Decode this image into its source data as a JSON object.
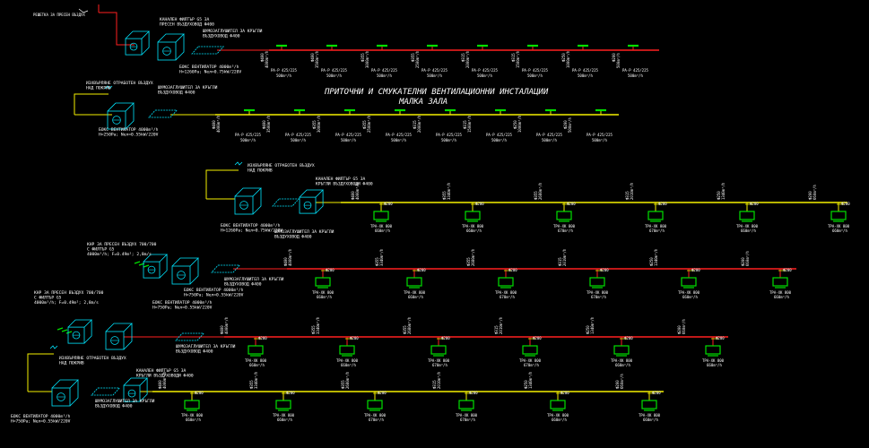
{
  "title": {
    "line1": "ПРИТОЧНИ И СМУКАТЕЛНИ ВЕНТИЛАЦИОННИ ИНСТАЛАЦИИ",
    "line2": "МАЛКА ЗАЛА"
  },
  "colors": {
    "background": "#000000",
    "supply_main": "#ff2020",
    "exhaust_main": "#f4f000",
    "equipment": "#00e6ff",
    "terminal": "#00e000",
    "text": "#ffffff"
  },
  "top": {
    "inlet_label": "РЕШЕТКА ЗА ПРЕСЕН ВЪЗДУХ",
    "supply_filter_label": [
      "КАНАЛЕН ФИЛТЪР G5 ЗА",
      "ПРЕСЕН ВЪЗДУХОВОД Ф400"
    ],
    "supply_silencer_label": [
      "ШУМОЗАГЛУШИТЕЛ ЗА КРЪГЛИ",
      "ВЪЗДУХОВОД Ф400"
    ],
    "supply_fan_label": [
      "БОКС ВЕНТИЛАТОР 4000m³/h",
      "H=1260Pa; Nел=0.75kW/220V"
    ],
    "exhaust_outlet_label": [
      "ИЗХВЪРЛЯНЕ ОТРАБОТЕН ВЪЗДУХ",
      "НАД ПОКРИВ"
    ],
    "exhaust_silencer_label": [
      "ШУМОЗАГЛУШИТЕЛ ЗА КРЪГЛИ",
      "ВЪЗДУХОВОД Ф400"
    ],
    "exhaust_fan_label": [
      "БОКС ВЕНТИЛАТОР 4000m³/h",
      "H=250Pa; Nел=0.55kW/220V"
    ],
    "supply_branches": [
      {
        "duct": "Ф400",
        "flow": "4000m³/h",
        "terminal": "РА-Р 425/225",
        "q": "500m³/h"
      },
      {
        "duct": "Ф400",
        "flow": "3500m³/h",
        "terminal": "РА-Р 425/225",
        "q": "500m³/h"
      },
      {
        "duct": "Ф355",
        "flow": "3000m³/h",
        "terminal": "РА-Р 425/225",
        "q": "500m³/h"
      },
      {
        "duct": "Ф355",
        "flow": "2500m³/h",
        "terminal": "РА-Р 425/225",
        "q": "500m³/h"
      },
      {
        "duct": "Ф315",
        "flow": "2000m³/h",
        "terminal": "РА-Р 425/225",
        "q": "500m³/h"
      },
      {
        "duct": "Ф315",
        "flow": "1500m³/h",
        "terminal": "РА-Р 425/225",
        "q": "500m³/h"
      },
      {
        "duct": "Ф250",
        "flow": "1000m³/h",
        "terminal": "РА-Р 425/225",
        "q": "500m³/h"
      },
      {
        "duct": "Ф200",
        "flow": "500m³/h",
        "terminal": "РА-Р 425/225",
        "q": "500m³/h"
      }
    ],
    "exhaust_branches": [
      {
        "duct": "Ф400",
        "flow": "4000m³/h",
        "terminal": "РА-Р 425/225",
        "q": "500m³/h"
      },
      {
        "duct": "Ф400",
        "flow": "3500m³/h",
        "terminal": "РА-Р 425/225",
        "q": "500m³/h"
      },
      {
        "duct": "Ф355",
        "flow": "3000m³/h",
        "terminal": "РА-Р 425/225",
        "q": "500m³/h"
      },
      {
        "duct": "Ф355",
        "flow": "2500m³/h",
        "terminal": "РА-Р 425/225",
        "q": "500m³/h"
      },
      {
        "duct": "Ф315",
        "flow": "2000m³/h",
        "terminal": "РА-Р 425/225",
        "q": "500m³/h"
      },
      {
        "duct": "Ф315",
        "flow": "1500m³/h",
        "terminal": "РА-Р 425/225",
        "q": "500m³/h"
      },
      {
        "duct": "Ф250",
        "flow": "1000m³/h",
        "terminal": "РА-Р 425/225",
        "q": "500m³/h"
      },
      {
        "duct": "Ф200",
        "flow": "500m³/h",
        "terminal": "РА-Р 425/225",
        "q": "500m³/h"
      }
    ]
  },
  "mid_exhaust": {
    "outlet_label": [
      "ИЗХВЪРЛЯНЕ ОТРАБОТЕН ВЪЗДУХ",
      "НАД ПОКРИВ"
    ],
    "filter_label": [
      "КАНАЛЕН ФИЛТЪР G5 ЗА",
      "КРЪГЛИ ВЪЗДУХОВОДИ Ф400"
    ],
    "fan_label": [
      "БОКС ВЕНТИЛАТОР 4000m³/h",
      "H=1260Pa; Nел=0.75kW/220V"
    ],
    "silencer_label": [
      "ШУМОЗАГЛУШИТЕЛ ЗА КРЪГЛИ",
      "ВЪЗДУХОВОД Ф400"
    ],
    "units": [
      {
        "duct": "Ф400",
        "flow": "4000m³/h",
        "tag": "Ф200",
        "model": "ТРА-ХК 800",
        "q": "660m³/h"
      },
      {
        "duct": "Ф355",
        "flow": "3340m³/h",
        "tag": "Ф200",
        "model": "ТРА-ХК 800",
        "q": "660m³/h"
      },
      {
        "duct": "Ф355",
        "flow": "2680m³/h",
        "tag": "Ф200",
        "model": "ТРА-ХК 800",
        "q": "670m³/h"
      },
      {
        "duct": "Ф315",
        "flow": "2010m³/h",
        "tag": "Ф200",
        "model": "ТРА-ХК 800",
        "q": "670m³/h"
      },
      {
        "duct": "Ф250",
        "flow": "1340m³/h",
        "tag": "Ф200",
        "model": "ТРА-ХК 800",
        "q": "660m³/h"
      },
      {
        "duct": "Ф200",
        "flow": "660m³/h",
        "tag": "Ф200",
        "model": "ТРА-ХК 800",
        "q": "660m³/h"
      }
    ]
  },
  "supply_2": {
    "unit_label": [
      "КНР ЗА ПРЕСЕН ВЪЗДУХ 700/700",
      "С ФИЛТЪР G5",
      "4000m³/h; F=0.49m²; 2,8m/s"
    ],
    "fan_label": [
      "БОКС ВЕНТИЛАТОР 4000m³/h",
      "H=750Pa; Nел=0.55kW/220V"
    ],
    "silencer_label": [
      "ШУМОЗАГЛУШИТЕЛ ЗА КРЪГЛИ",
      "ВЪЗДУХОВОД Ф400"
    ],
    "units": [
      {
        "duct": "Ф400",
        "flow": "4000m³/h",
        "tag": "Ф200",
        "model": "ТРА-ХК 800",
        "q": "660m³/h"
      },
      {
        "duct": "Ф355",
        "flow": "3340m³/h",
        "tag": "Ф200",
        "model": "ТРА-ХК 800",
        "q": "660m³/h"
      },
      {
        "duct": "Ф355",
        "flow": "2680m³/h",
        "tag": "Ф200",
        "model": "ТРА-ХК 800",
        "q": "670m³/h"
      },
      {
        "duct": "Ф315",
        "flow": "2010m³/h",
        "tag": "Ф200",
        "model": "ТРА-ХК 800",
        "q": "670m³/h"
      },
      {
        "duct": "Ф250",
        "flow": "1340m³/h",
        "tag": "Ф200",
        "model": "ТРА-ХК 800",
        "q": "660m³/h"
      },
      {
        "duct": "Ф200",
        "flow": "660m³/h",
        "tag": "Ф200",
        "model": "ТРА-ХК 800",
        "q": "660m³/h"
      }
    ]
  },
  "supply_3": {
    "unit_label": [
      "КНР ЗА ПРЕСЕН ВЪЗДУХ 700/700",
      "С ФИЛТЪР G5",
      "4000m³/h; F=0.49m²; 2,8m/s"
    ],
    "fan_label": [
      "БОКС ВЕНТИЛАТОР 4000m³/h",
      "H=750Pa; Nел=0.55kW/220V"
    ],
    "silencer_label": [
      "ШУМОЗАГЛУШИТЕЛ ЗА КРЪГЛИ",
      "ВЪЗДУХОВОД Ф400"
    ],
    "units": [
      {
        "duct": "Ф400",
        "flow": "4000m³/h",
        "tag": "Ф200",
        "model": "ТРА-ХК 800",
        "q": "660m³/h"
      },
      {
        "duct": "Ф355",
        "flow": "3340m³/h",
        "tag": "Ф200",
        "model": "ТРА-ХК 800",
        "q": "660m³/h"
      },
      {
        "duct": "Ф355",
        "flow": "2680m³/h",
        "tag": "Ф200",
        "model": "ТРА-ХК 800",
        "q": "670m³/h"
      },
      {
        "duct": "Ф315",
        "flow": "2010m³/h",
        "tag": "Ф200",
        "model": "ТРА-ХК 800",
        "q": "670m³/h"
      },
      {
        "duct": "Ф250",
        "flow": "1340m³/h",
        "tag": "Ф200",
        "model": "ТРА-ХК 800",
        "q": "660m³/h"
      },
      {
        "duct": "Ф200",
        "flow": "660m³/h",
        "tag": "Ф200",
        "model": "ТРА-ХК 800",
        "q": "660m³/h"
      }
    ]
  },
  "bottom_exhaust": {
    "outlet_label": [
      "ИЗХВЪРЛЯНЕ ОТРАБОТЕН ВЪЗДУХ",
      "НАД ПОКРИВ"
    ],
    "filter_label": [
      "КАНАЛЕН ФИЛТЪР G5 ЗА",
      "КРЪГЛИ ВЪЗДУХОВОДИ Ф400"
    ],
    "fan_label": [
      "БОКС ВЕНТИЛАТОР 4000m³/h",
      "H=750Pa; Nел=0.55kW/220V"
    ],
    "silencer_label": [
      "ШУМОЗАГЛУШИТЕЛ ЗА КРЪГЛИ",
      "ВЪЗДУХОВОД Ф400"
    ],
    "units": [
      {
        "duct": "Ф400",
        "flow": "4000m³/h",
        "tag": "Ф200",
        "model": "ТРА-ХК 800",
        "q": "660m³/h"
      },
      {
        "duct": "Ф355",
        "flow": "3340m³/h",
        "tag": "Ф200",
        "model": "ТРА-ХК 800",
        "q": "660m³/h"
      },
      {
        "duct": "Ф355",
        "flow": "2680m³/h",
        "tag": "Ф200",
        "model": "ТРА-ХК 800",
        "q": "670m³/h"
      },
      {
        "duct": "Ф315",
        "flow": "2010m³/h",
        "tag": "Ф200",
        "model": "ТРА-ХК 800",
        "q": "670m³/h"
      },
      {
        "duct": "Ф250",
        "flow": "1340m³/h",
        "tag": "Ф200",
        "model": "ТРА-ХК 800",
        "q": "660m³/h"
      },
      {
        "duct": "Ф200",
        "flow": "660m³/h",
        "tag": "Ф200",
        "model": "ТРА-ХК 800",
        "q": "660m³/h"
      }
    ]
  }
}
